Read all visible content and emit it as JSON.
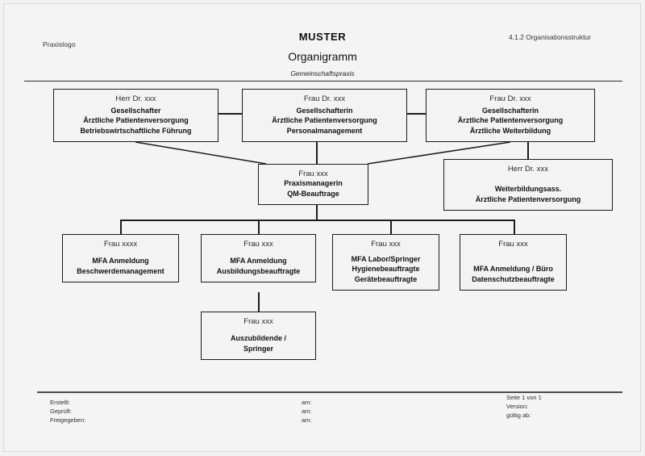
{
  "header": {
    "logo_placeholder": "Praxislogo",
    "stamp": "MUSTER",
    "title": "Organigramm",
    "subtitle": "Gemeinschaftspraxis",
    "doc_code": "4.1.2 Organisationsstruktur"
  },
  "chart": {
    "level1": [
      {
        "person": "Herr Dr. xxx",
        "roles": [
          "Gesellschafter",
          "Ärztliche Patientenversorgung",
          "Betriebswirtschaftliche Führung"
        ]
      },
      {
        "person": "Frau Dr. xxx",
        "roles": [
          "Gesellschafterin",
          "Ärztliche Patientenversorgung",
          "Personalmanagement"
        ]
      },
      {
        "person": "Frau Dr. xxx",
        "roles": [
          "Gesellschafterin",
          "Ärztliche Patientenversorgung",
          "Ärztliche Weiterbildung"
        ]
      }
    ],
    "level2": [
      {
        "person": "Frau xxx",
        "roles": [
          "Praxismanagerin",
          "QM-Beauftrage"
        ]
      },
      {
        "person": "Herr Dr. xxx",
        "roles": [
          "Weiterbildungsass.",
          "Ärztliche Patientenversorgung"
        ]
      }
    ],
    "level3": [
      {
        "person": "Frau xxxx",
        "roles": [
          "MFA Anmeldung",
          "Beschwerdemanagement"
        ]
      },
      {
        "person": "Frau xxx",
        "roles": [
          "MFA Anmeldung",
          "Ausbildungsbeauftragte"
        ]
      },
      {
        "person": "Frau xxx",
        "roles": [
          "MFA Labor/Springer",
          "Hygienebeauftragte",
          "Gerätebeauftragte"
        ]
      },
      {
        "person": "Frau xxx",
        "roles": [
          "MFA Anmeldung / Büro",
          "Datenschutzbeauftragte"
        ]
      }
    ],
    "level4": [
      {
        "person": "Frau xxx",
        "roles": [
          "Auszubildende /",
          "Springer"
        ]
      }
    ]
  },
  "footer": {
    "left_lines": [
      "Erstellt:",
      "Geprüft:",
      "Freigegeben:"
    ],
    "mid_lines": [
      "am:",
      "am:",
      "am:"
    ],
    "right_lines": [
      "Seite 1 von 1",
      "Version:",
      "gültig ab:"
    ]
  },
  "watermark": "",
  "colors": {
    "page_background": "#f2f2f2",
    "box_border": "#1c1c1c",
    "box_fill": "#f3f3f3",
    "text": "#111111"
  }
}
